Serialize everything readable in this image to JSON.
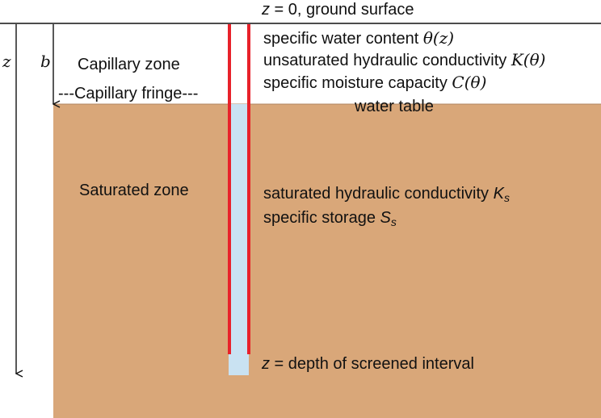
{
  "colors": {
    "soil": "#d9a779",
    "casing_red": "#e8212a",
    "well_water": "#c9e2f2",
    "line": "#111111",
    "background": "#ffffff"
  },
  "axes": {
    "z_symbol": "z",
    "b_symbol": "b"
  },
  "surface": {
    "z_symbol": "z",
    "text": " = 0, ground surface"
  },
  "zones": {
    "capillary_zone": "Capillary zone",
    "capillary_fringe": "---Capillary fringe---",
    "saturated_zone": "Saturated zone",
    "water_table": "water table"
  },
  "unsaturated_params": {
    "water_content": {
      "text": "specific water content ",
      "symbol": "θ(z)"
    },
    "conductivity": {
      "text": "unsaturated hydraulic conductivity ",
      "symbol": "K(θ)"
    },
    "moisture_capacity": {
      "text": "specific moisture capacity ",
      "symbol": "C(θ)"
    }
  },
  "saturated_params": {
    "conductivity": {
      "text": "saturated hydraulic conductivity ",
      "symbol": "K",
      "sub": "s"
    },
    "storage": {
      "text": "specific storage ",
      "symbol": "S",
      "sub": "s"
    }
  },
  "screen": {
    "z_symbol": "z",
    "text": " = depth of screened interval"
  }
}
